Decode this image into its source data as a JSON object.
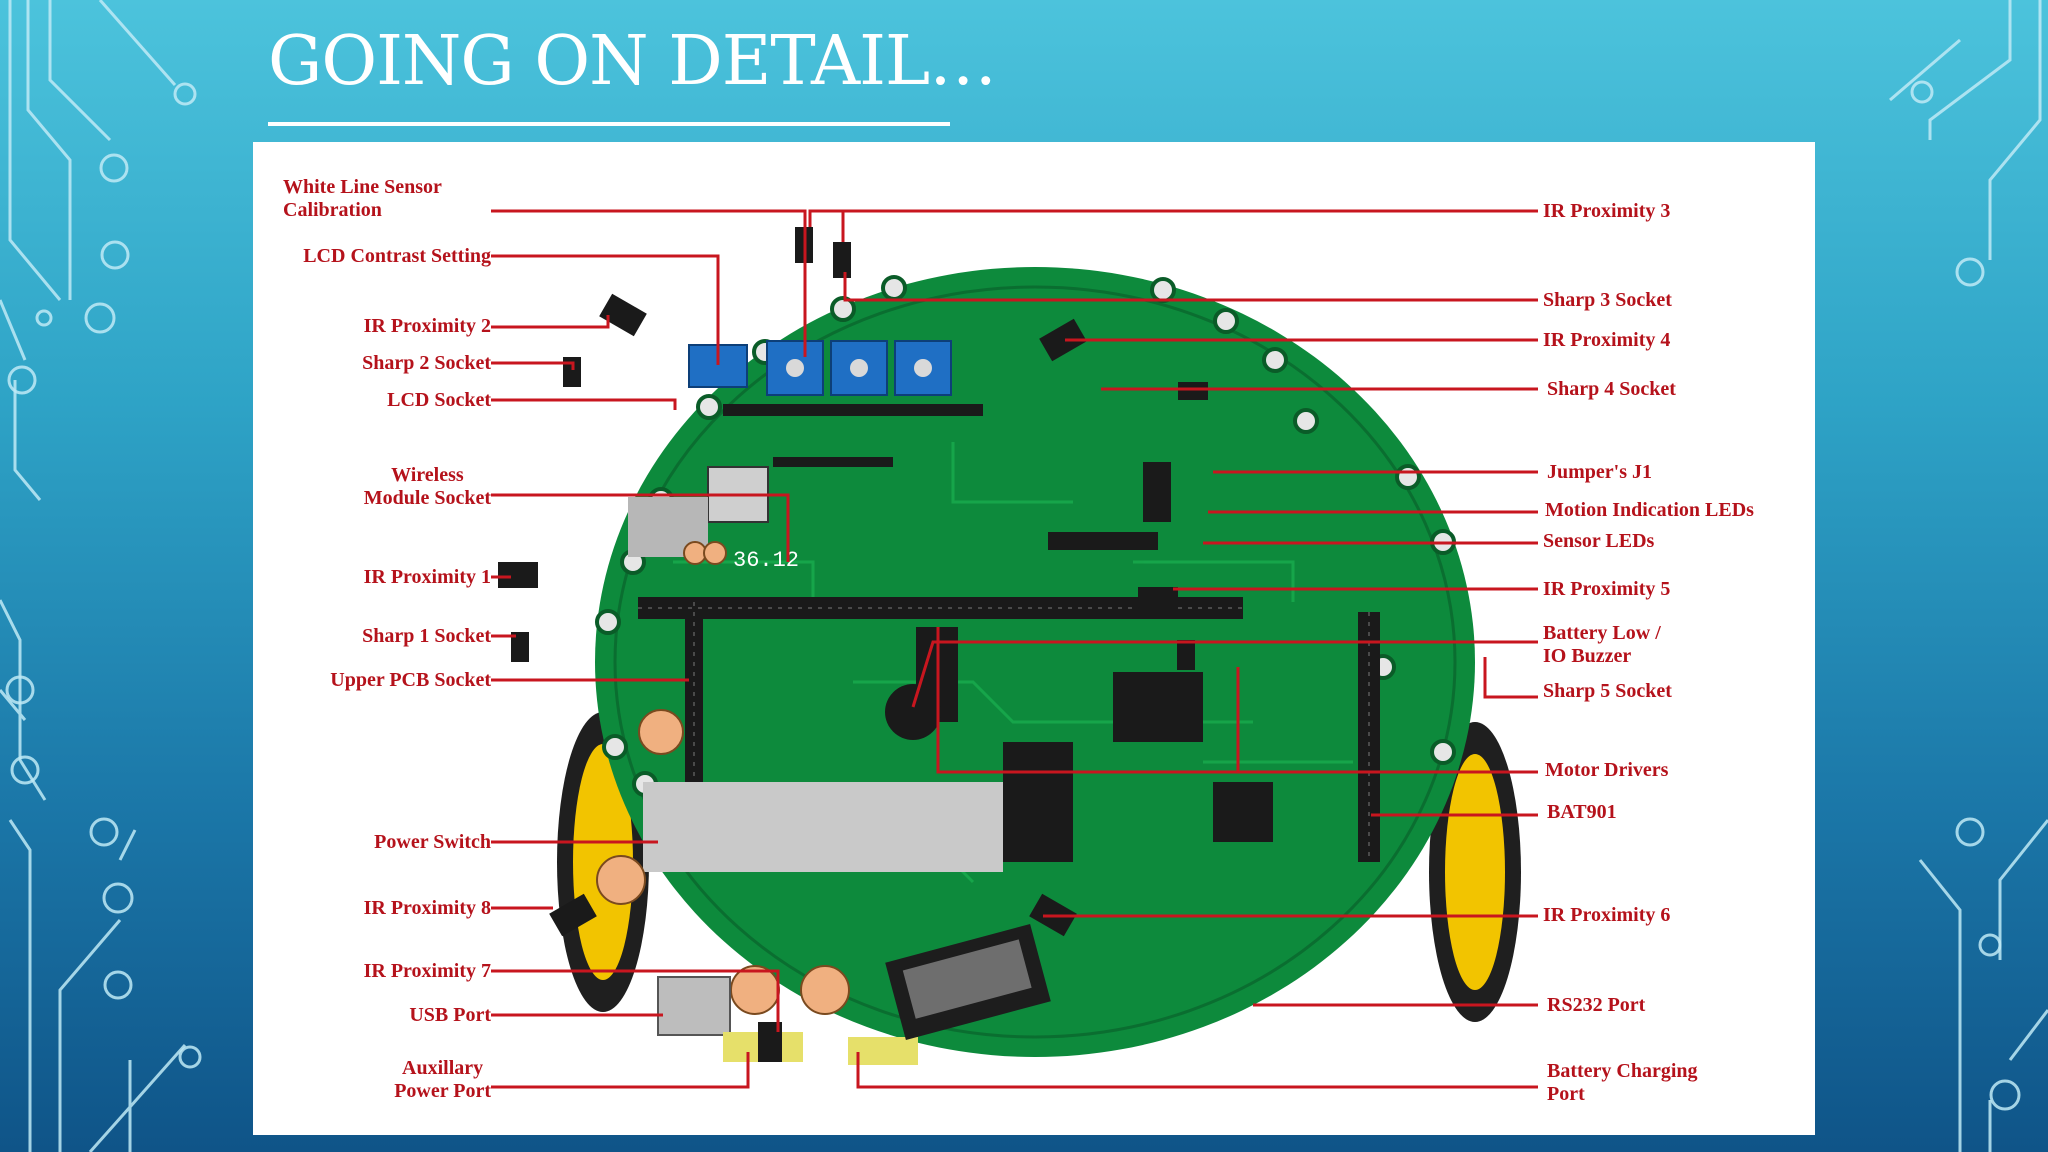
{
  "slide": {
    "title": "GOING ON DETAIL…"
  },
  "diagram": {
    "left_labels": {
      "white_line": "White  Line  Sensor\nCalibration",
      "lcd_contrast": "LCD Contrast Setting",
      "ir2": "IR Proximity 2",
      "sharp2": "Sharp 2 Socket",
      "lcd_socket": "LCD Socket",
      "wireless": "Wireless\nModule Socket",
      "ir1": "IR Proximity 1",
      "sharp1": "Sharp 1 Socket",
      "upper_pcb": "Upper PCB Socket",
      "power_switch": "Power Switch",
      "ir8": "IR Proximity 8",
      "ir7": "IR Proximity 7",
      "usb": "USB Port",
      "aux_power": "Auxillary\nPower Port"
    },
    "right_labels": {
      "ir3": "IR Proximity 3",
      "sharp3": "Sharp 3 Socket",
      "ir4": "IR Proximity 4",
      "sharp4": "Sharp 4 Socket",
      "jumper": "Jumper's J1",
      "motion_leds": "Motion Indication LEDs",
      "sensor_leds": "Sensor LEDs",
      "ir5": "IR Proximity 5",
      "buzzer": "Battery Low /\nIO Buzzer",
      "sharp5": "Sharp 5 Socket",
      "motor_drivers": "Motor Drivers",
      "bat901": "BAT901",
      "ir6": "IR Proximity 6",
      "rs232": "RS232 Port",
      "battery_charging": "Battery Charging\nPort"
    },
    "board_text": {
      "display_value": "36.12"
    },
    "colors": {
      "label": "#b5121b",
      "leader_line": "#c8161f",
      "pcb": "#0d8a3c",
      "header": "#1a1a1a",
      "pot": "#1f6fc4",
      "wheel": "#f2c400"
    }
  }
}
